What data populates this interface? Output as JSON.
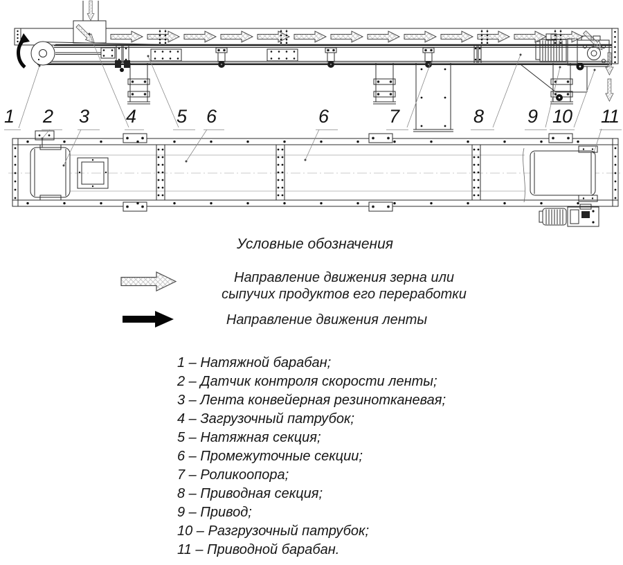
{
  "callouts": [
    "1",
    "2",
    "3",
    "4",
    "5",
    "6",
    "6",
    "7",
    "8",
    "9",
    "10",
    "11"
  ],
  "legend": {
    "title": "Условные обозначения",
    "grain_icon": "hatched-arrow-right",
    "grain_label_line1": "Направление движения зерна или",
    "grain_label_line2": "сыпучих продуктов его переработки",
    "belt_icon": "solid-arrow-right",
    "belt_label": "Направление движения ленты"
  },
  "parts": [
    "1 – Натяжной барабан;",
    "2 – Датчик контроля скорости ленты;",
    "3 – Лента конвейерная резинотканевая;",
    "4 – Загрузочный патрубок;",
    "5 – Натяжная секция;",
    "6 – Промежуточные секции;",
    "7 – Роликоопора;",
    "8 – Приводная секция;",
    "9 – Привод;",
    "10 – Разгрузочный патрубок;",
    "11 – Приводной барабан."
  ],
  "colors": {
    "line": "#2b2b2b",
    "light_line": "#999999",
    "background": "#ffffff",
    "hatch": "#c0c0c0"
  }
}
